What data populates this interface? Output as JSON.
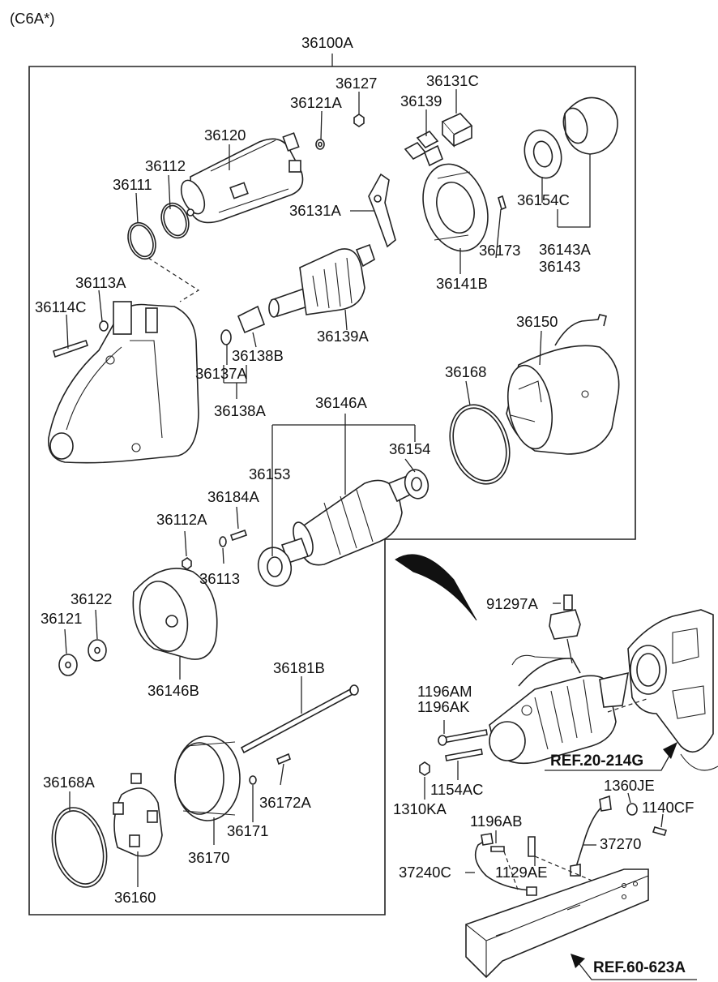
{
  "variant": "(C6A*)",
  "assembly": "36100A",
  "parts": {
    "p36127": "36127",
    "p36131C": "36131C",
    "p36121A": "36121A",
    "p36139": "36139",
    "p36120": "36120",
    "p36112": "36112",
    "p36111": "36111",
    "p36131A": "36131A",
    "p36154C": "36154C",
    "p36173": "36173",
    "p36143A": "36143A",
    "p36143": "36143",
    "p36141B": "36141B",
    "p36113A": "36113A",
    "p36114C": "36114C",
    "p36139A": "36139A",
    "p36138B": "36138B",
    "p36137A": "36137A",
    "p36150": "36150",
    "p36168": "36168",
    "p36138A": "36138A",
    "p36146A": "36146A",
    "p36154": "36154",
    "p36153": "36153",
    "p36184A": "36184A",
    "p36112A": "36112A",
    "p36113": "36113",
    "p36122": "36122",
    "p36121": "36121",
    "p91297A": "91297A",
    "p36146B": "36146B",
    "p36181B": "36181B",
    "p1196AM": "1196AM",
    "p1196AK": "1196AK",
    "p36168A": "36168A",
    "p36172A": "36172A",
    "p1154AC": "1154AC",
    "p1360JE": "1360JE",
    "p1310KA": "1310KA",
    "p1140CF": "1140CF",
    "p36171": "36171",
    "p1196AB": "1196AB",
    "p37270": "37270",
    "p36170": "36170",
    "p37240C": "37240C",
    "p1129AE": "1129AE",
    "p36160": "36160"
  },
  "refs": {
    "engine": "REF.20-214G",
    "frame": "REF.60-623A"
  }
}
